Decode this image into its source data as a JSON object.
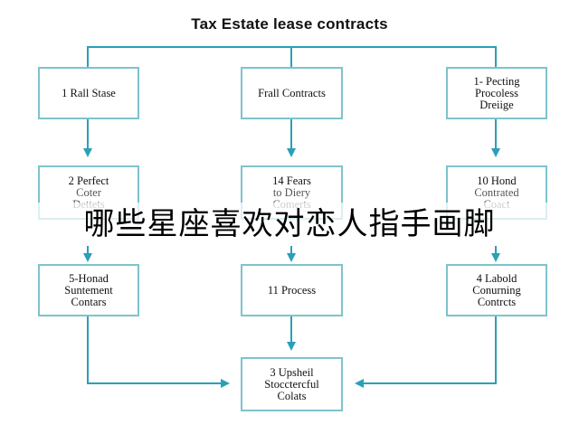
{
  "title": "Tax Estate lease contracts",
  "overlay_text": "哪些星座喜欢对恋人指手画脚",
  "accent_color": "#7ec3cd",
  "arrow_color": "#2aa0b8",
  "boxes": {
    "top_left": [
      "1 Rall Stase"
    ],
    "top_center": [
      "Frall Contracts"
    ],
    "top_right": [
      "1- Pecting",
      "Procoless",
      "Dreiige"
    ],
    "mid_left": [
      "2 Perfect",
      "Coter",
      "Dettets"
    ],
    "mid_center": [
      "14 Fears",
      "to Diery",
      "Comerts"
    ],
    "mid_right": [
      "10 Hond",
      "Contrated",
      "Coact"
    ],
    "low_left": [
      "5-Honad",
      "Suntement",
      "Contars"
    ],
    "low_center": [
      "11 Process"
    ],
    "low_right": [
      "4 Labold",
      "Conurning",
      "Contrcts"
    ],
    "bottom": [
      "3 Upsheil",
      "Stocctercful",
      "Colats"
    ]
  }
}
